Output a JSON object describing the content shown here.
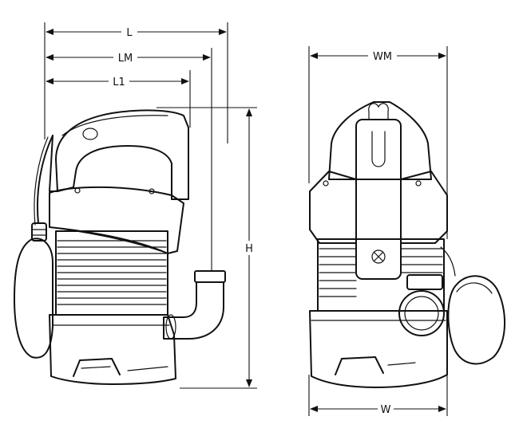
{
  "dimensions": {
    "length": "L",
    "length_mid": "LM",
    "length_short": "L1",
    "height": "H",
    "width_mid": "WM",
    "width": "W"
  },
  "colors": {
    "ink": "#111111",
    "background": "#ffffff"
  }
}
